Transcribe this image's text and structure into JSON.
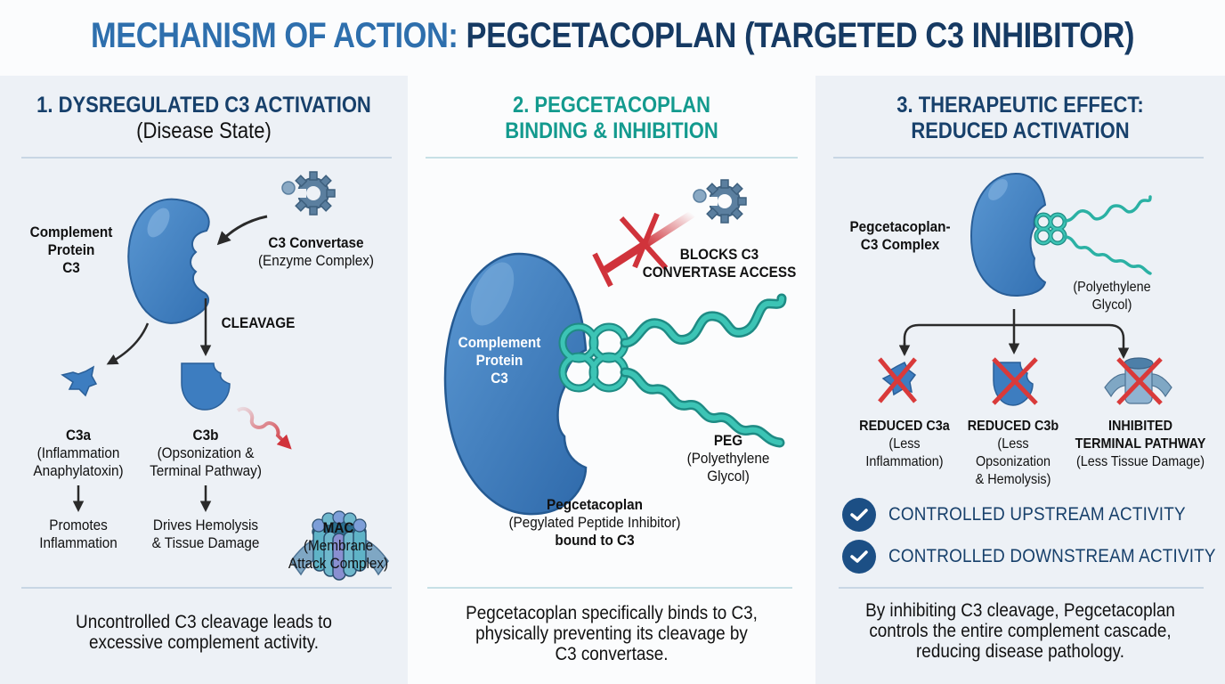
{
  "title": {
    "part1": "MECHANISM OF ACTION:",
    "part2": "PEGCETACOPLAN (TARGETED C3 INHIBITOR)"
  },
  "colors": {
    "title_accent": "#2e6fad",
    "navy": "#17406b",
    "teal": "#139a8e",
    "protein_blue": "#3d7dc0",
    "inhibit_red": "#d0333b",
    "check_blue": "#1c4f85"
  },
  "panel1": {
    "heading": "1. DYSREGULATED C3 ACTIVATION",
    "subheading": "(Disease State)",
    "c3_label": [
      "Complement",
      "Protein",
      "C3"
    ],
    "convertase": {
      "name": "C3 Convertase",
      "desc": "(Enzyme Complex)"
    },
    "cleavage_label": "CLEAVAGE",
    "c3a": {
      "name": "C3a",
      "desc": [
        "(Inflammation",
        "Anaphylatoxin)"
      ],
      "effect": [
        "Promotes",
        "Inflammation"
      ]
    },
    "c3b": {
      "name": "C3b",
      "desc": [
        "(Opsonization &",
        "Terminal Pathway)"
      ],
      "effect": [
        "Drives Hemolysis",
        "& Tissue Damage"
      ]
    },
    "mac": {
      "name": "MAC",
      "desc": [
        "(Membrane",
        "Attack Complex)"
      ]
    },
    "footer": [
      "Uncontrolled C3 cleavage leads to",
      "excessive complement activity."
    ]
  },
  "panel2": {
    "heading": [
      "2. PEGCETACOPLAN",
      "BINDING & INHIBITION"
    ],
    "blocks_label": [
      "BLOCKS C3",
      "CONVERTASE ACCESS"
    ],
    "c3_label": [
      "Complement",
      "Protein",
      "C3"
    ],
    "peg": {
      "name": "PEG",
      "desc": [
        "(Polyethylene",
        "Glycol)"
      ]
    },
    "drug": {
      "name": "Pegcetacoplan",
      "desc": "(Pegylated Peptide Inhibitor)",
      "bound": "bound to C3"
    },
    "footer": [
      "Pegcetacoplan specifically binds to C3,",
      "physically preventing its cleavage by",
      "C3 convertase."
    ]
  },
  "panel3": {
    "heading": [
      "3. THERAPEUTIC EFFECT:",
      "REDUCED ACTIVATION"
    ],
    "complex_label": [
      "Pegcetacoplan-",
      "C3 Complex"
    ],
    "peg_desc": [
      "(Polyethylene",
      "Glycol)"
    ],
    "outcomes": [
      {
        "name": "REDUCED C3a",
        "desc": [
          "(Less",
          "Inflammation)"
        ]
      },
      {
        "name": "REDUCED C3b",
        "desc": [
          "(Less",
          "Opsonization",
          "& Hemolysis)"
        ]
      },
      {
        "name": [
          "INHIBITED",
          "TERMINAL PATHWAY"
        ],
        "desc": [
          "(Less Tissue Damage)"
        ]
      }
    ],
    "checks": [
      "CONTROLLED UPSTREAM ACTIVITY",
      "CONTROLLED DOWNSTREAM ACTIVITY"
    ],
    "footer": [
      "By inhibiting C3 cleavage, Pegcetacoplan",
      "controls the entire complement cascade,",
      "reducing disease pathology."
    ]
  }
}
